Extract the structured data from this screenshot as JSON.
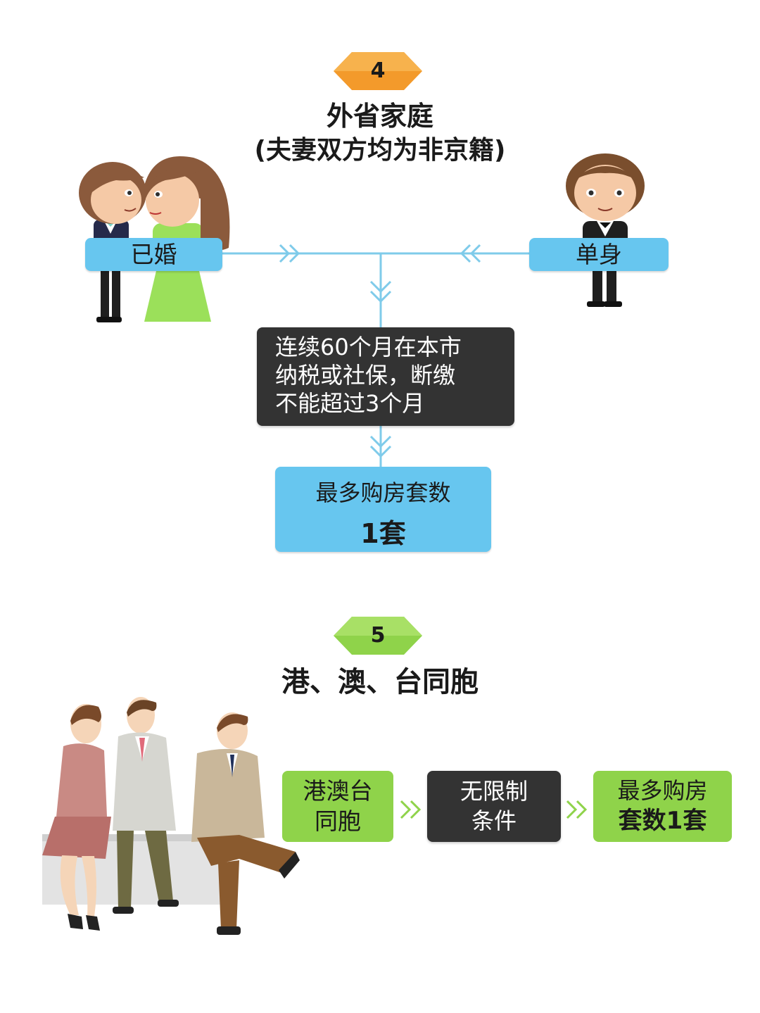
{
  "section4": {
    "number": "4",
    "title": "外省家庭",
    "subtitle": "(夫妻双方均为非京籍)",
    "married_label": "已婚",
    "single_label": "单身",
    "condition_lines": [
      "连续60个月在本市",
      "纳税或社保，断缴",
      "不能超过3个月"
    ],
    "result_line1": "最多购房套数",
    "result_line2": "1套"
  },
  "section5": {
    "number": "5",
    "title": "港、澳、台同胞",
    "group_lines": [
      "港澳台",
      "同胞"
    ],
    "condition_lines": [
      "无限制",
      "条件"
    ],
    "result_line1": "最多购房",
    "result_line2": "套数1套"
  },
  "colors": {
    "blue": "#67c6ef",
    "dark": "#333333",
    "green": "#8fd34a",
    "orange": "#f39a2b",
    "connector": "#7fcbea"
  }
}
